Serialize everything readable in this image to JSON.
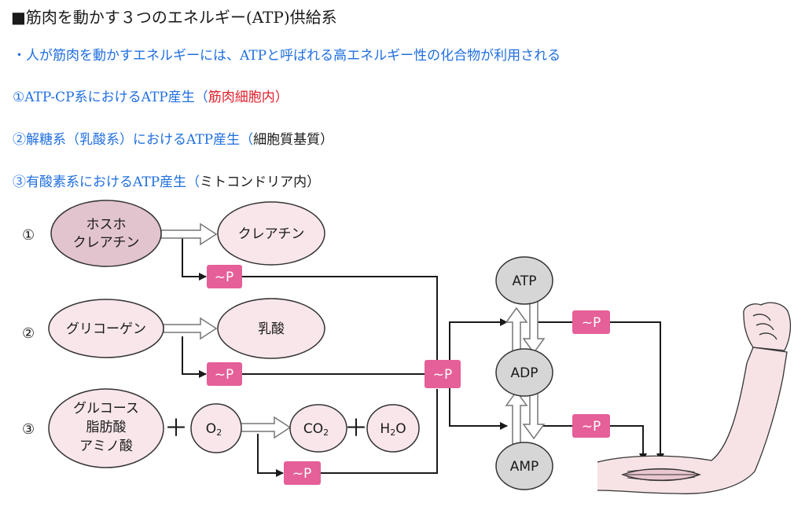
{
  "title": "■筋肉を動かす３つのエネルギー(ATP)供給系",
  "intro": "・人が筋肉を動かすエネルギーには、ATPと呼ばれる高エネルギー性の化合物が利用される",
  "systems": [
    {
      "main": "①ATP-CP系におけるATP産生（",
      "location": "筋肉細胞内",
      "close": "）"
    },
    {
      "main": "②解糖系（乳酸系）におけるATP産生（",
      "location": "細胞質基質",
      "close": "）"
    },
    {
      "main": "③有酸素系におけるATP産生（",
      "location": "ミトコンドリア内",
      "close": "）"
    }
  ],
  "diagram": {
    "row_numbers": [
      "①",
      "②",
      "③"
    ],
    "phosphocreatine": [
      "ホスホ",
      "クレアチン"
    ],
    "creatine": "クレアチン",
    "glycogen": "グリコーゲン",
    "lactic_acid": "乳酸",
    "substrates": [
      "グルコース",
      "脂肪酸",
      "アミノ酸"
    ],
    "plus": "＋",
    "o2": "O",
    "o2_sub": "2",
    "co2": "CO",
    "co2_sub": "2",
    "h2o_h": "H",
    "h2o_sub": "2",
    "h2o_o": "O",
    "phosphate": "~P",
    "atp": "ATP",
    "adp": "ADP",
    "amp": "AMP",
    "colors": {
      "ellipse_dark": "#e2c4cf",
      "ellipse_light": "#f8e6ea",
      "phosphate": "#e55f98",
      "nucleotide": "#d6d6d6",
      "skin": "#f7e3e6"
    }
  }
}
